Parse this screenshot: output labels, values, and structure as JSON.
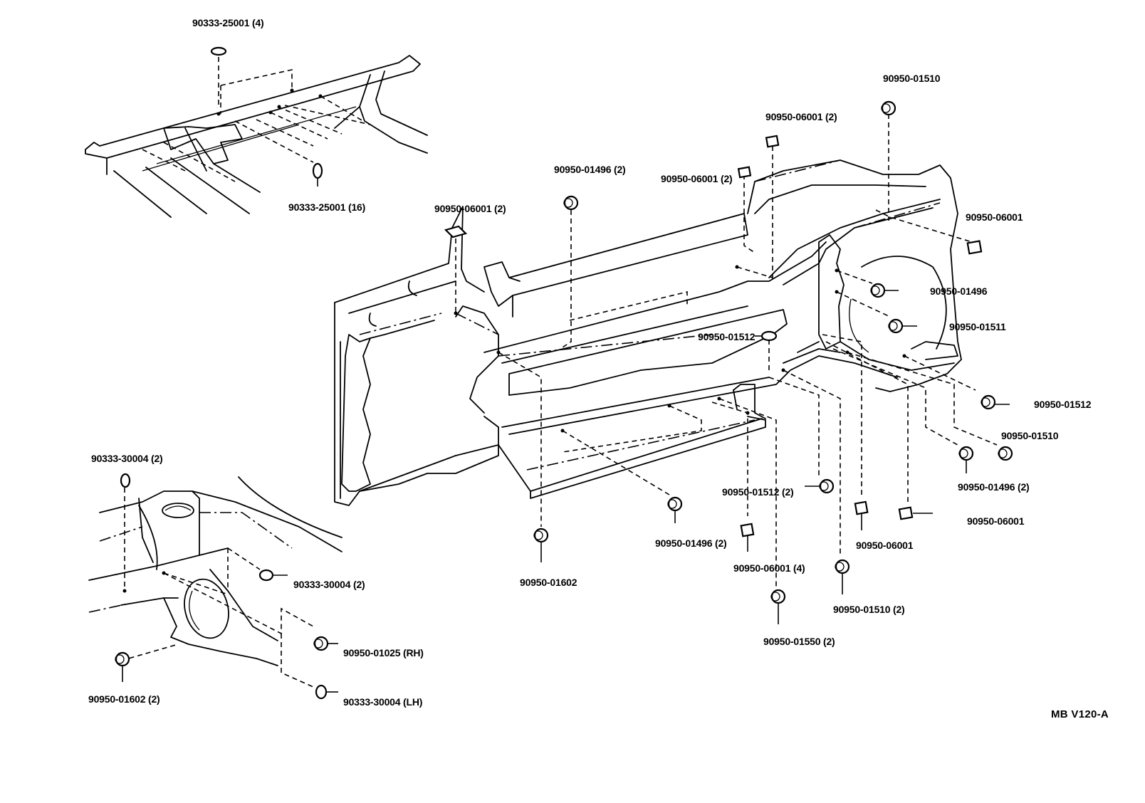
{
  "labels": {
    "l1": "90333-25001 (4)",
    "l2": "90333-25001 (16)",
    "l3": "90950-06001 (2)",
    "l4": "90950-01496 (2)",
    "l5": "90950-06001 (2)",
    "l6": "90950-06001 (2)",
    "l7": "90950-01510",
    "l8": "90950-06001",
    "l9": "90950-01496",
    "l10": "90950-01511",
    "l11": "90950-01512",
    "l12": "90950-01512",
    "l13": "90950-01510",
    "l14": "90950-01496 (2)",
    "l15": "90950-06001",
    "l16": "90950-01512 (2)",
    "l17": "90950-01496 (2)",
    "l18": "90950-01602",
    "l19": "90950-06001 (4)",
    "l20": "90950-06001",
    "l21": "90950-01510 (2)",
    "l22": "90950-01550 (2)",
    "l23": "90333-30004 (2)",
    "l24": "90333-30004 (2)",
    "l25": "90950-01025 (RH)",
    "l26": "90950-01602 (2)",
    "l27": "90333-30004 (LH)"
  },
  "figure_code": "MB V120-A"
}
